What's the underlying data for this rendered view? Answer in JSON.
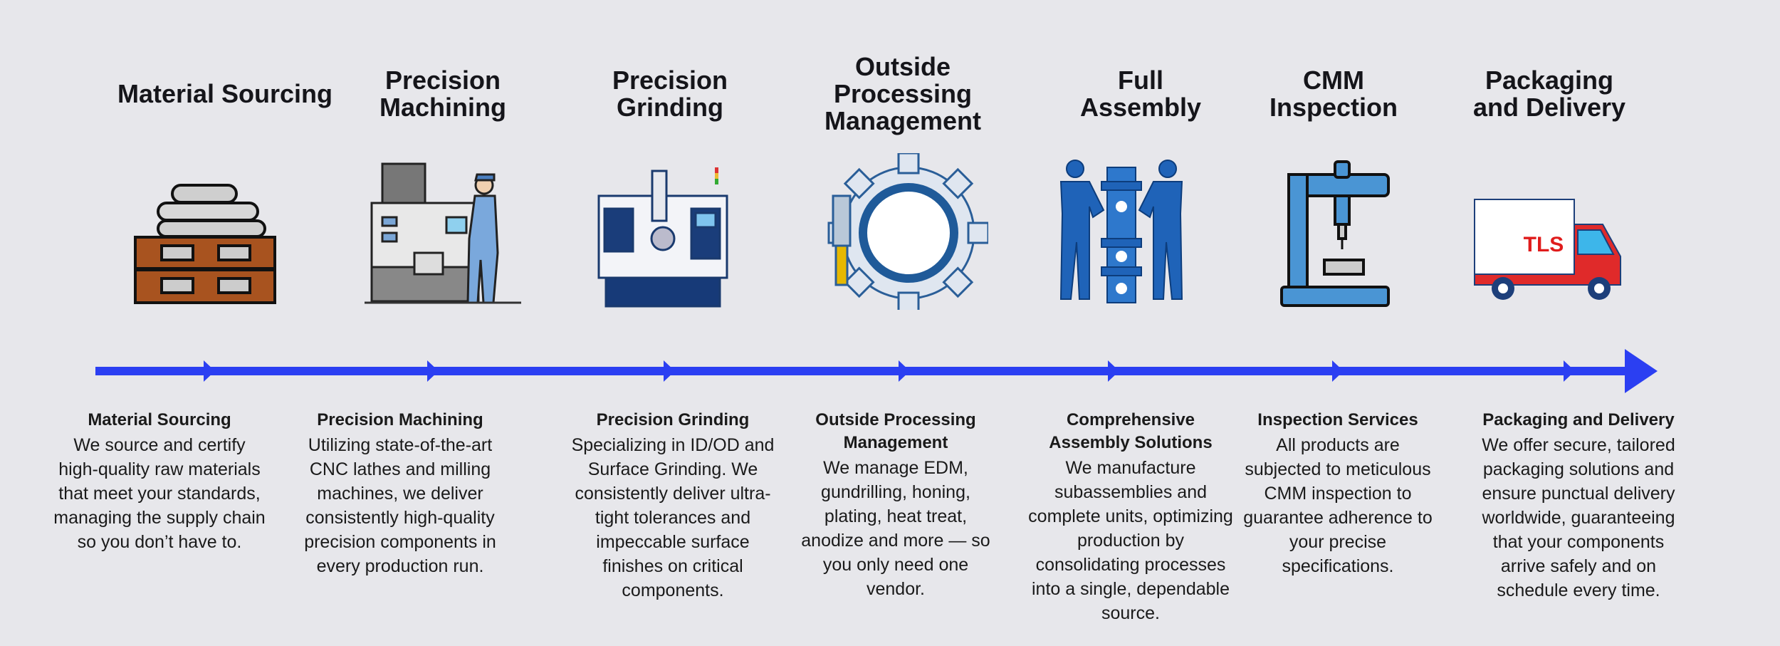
{
  "colors": {
    "background": "#e7e7eb",
    "arrow": "#2b3ff2",
    "text": "#15151a"
  },
  "steps": [
    {
      "title": "Material Sourcing",
      "icon": "stacked-pipes-icon",
      "heading": "Material Sourcing",
      "body": "We source and certify high-quality raw materials that meet your standards, managing the supply chain so you don’t have to."
    },
    {
      "title": "Precision Machining",
      "icon": "cnc-lathe-operator-icon",
      "heading": "Precision Machining",
      "body": "Utilizing state-of-the-art CNC lathes and milling machines, we deliver consistently high-quality precision components in every production run."
    },
    {
      "title": "Precision Grinding",
      "icon": "grinding-machine-icon",
      "heading": "Precision Grinding",
      "body": "Specializing in ID/OD and Surface Grinding. We consistently deliver ultra-tight tolerances and impeccable surface finishes on critical components."
    },
    {
      "title": "Outside Processing Management",
      "icon": "gear-drill-icon",
      "heading": "Outside Processing Management",
      "body": "We manage EDM, gundrilling, honing, plating, heat treat, anodize and more — so you only need one vendor."
    },
    {
      "title": "Full Assembly",
      "icon": "assembly-workers-icon",
      "heading": "Comprehensive Assembly Solutions",
      "body": "We manufacture subassemblies and complete units, optimizing production by consolidating processes into a single, dependable source."
    },
    {
      "title": "CMM Inspection",
      "icon": "cmm-machine-icon",
      "heading": "Inspection Services",
      "body": "All products are subjected to meticulous CMM inspection to guarantee adherence to your precise specifications."
    },
    {
      "title": "Packaging and Delivery",
      "icon": "delivery-truck-icon",
      "heading": "Packaging and Delivery",
      "body": "We offer secure, tailored packaging solutions and ensure punctual delivery worldwide, guaranteeing that your components arrive safely and on schedule every time."
    }
  ],
  "truck_logo": "TLS"
}
